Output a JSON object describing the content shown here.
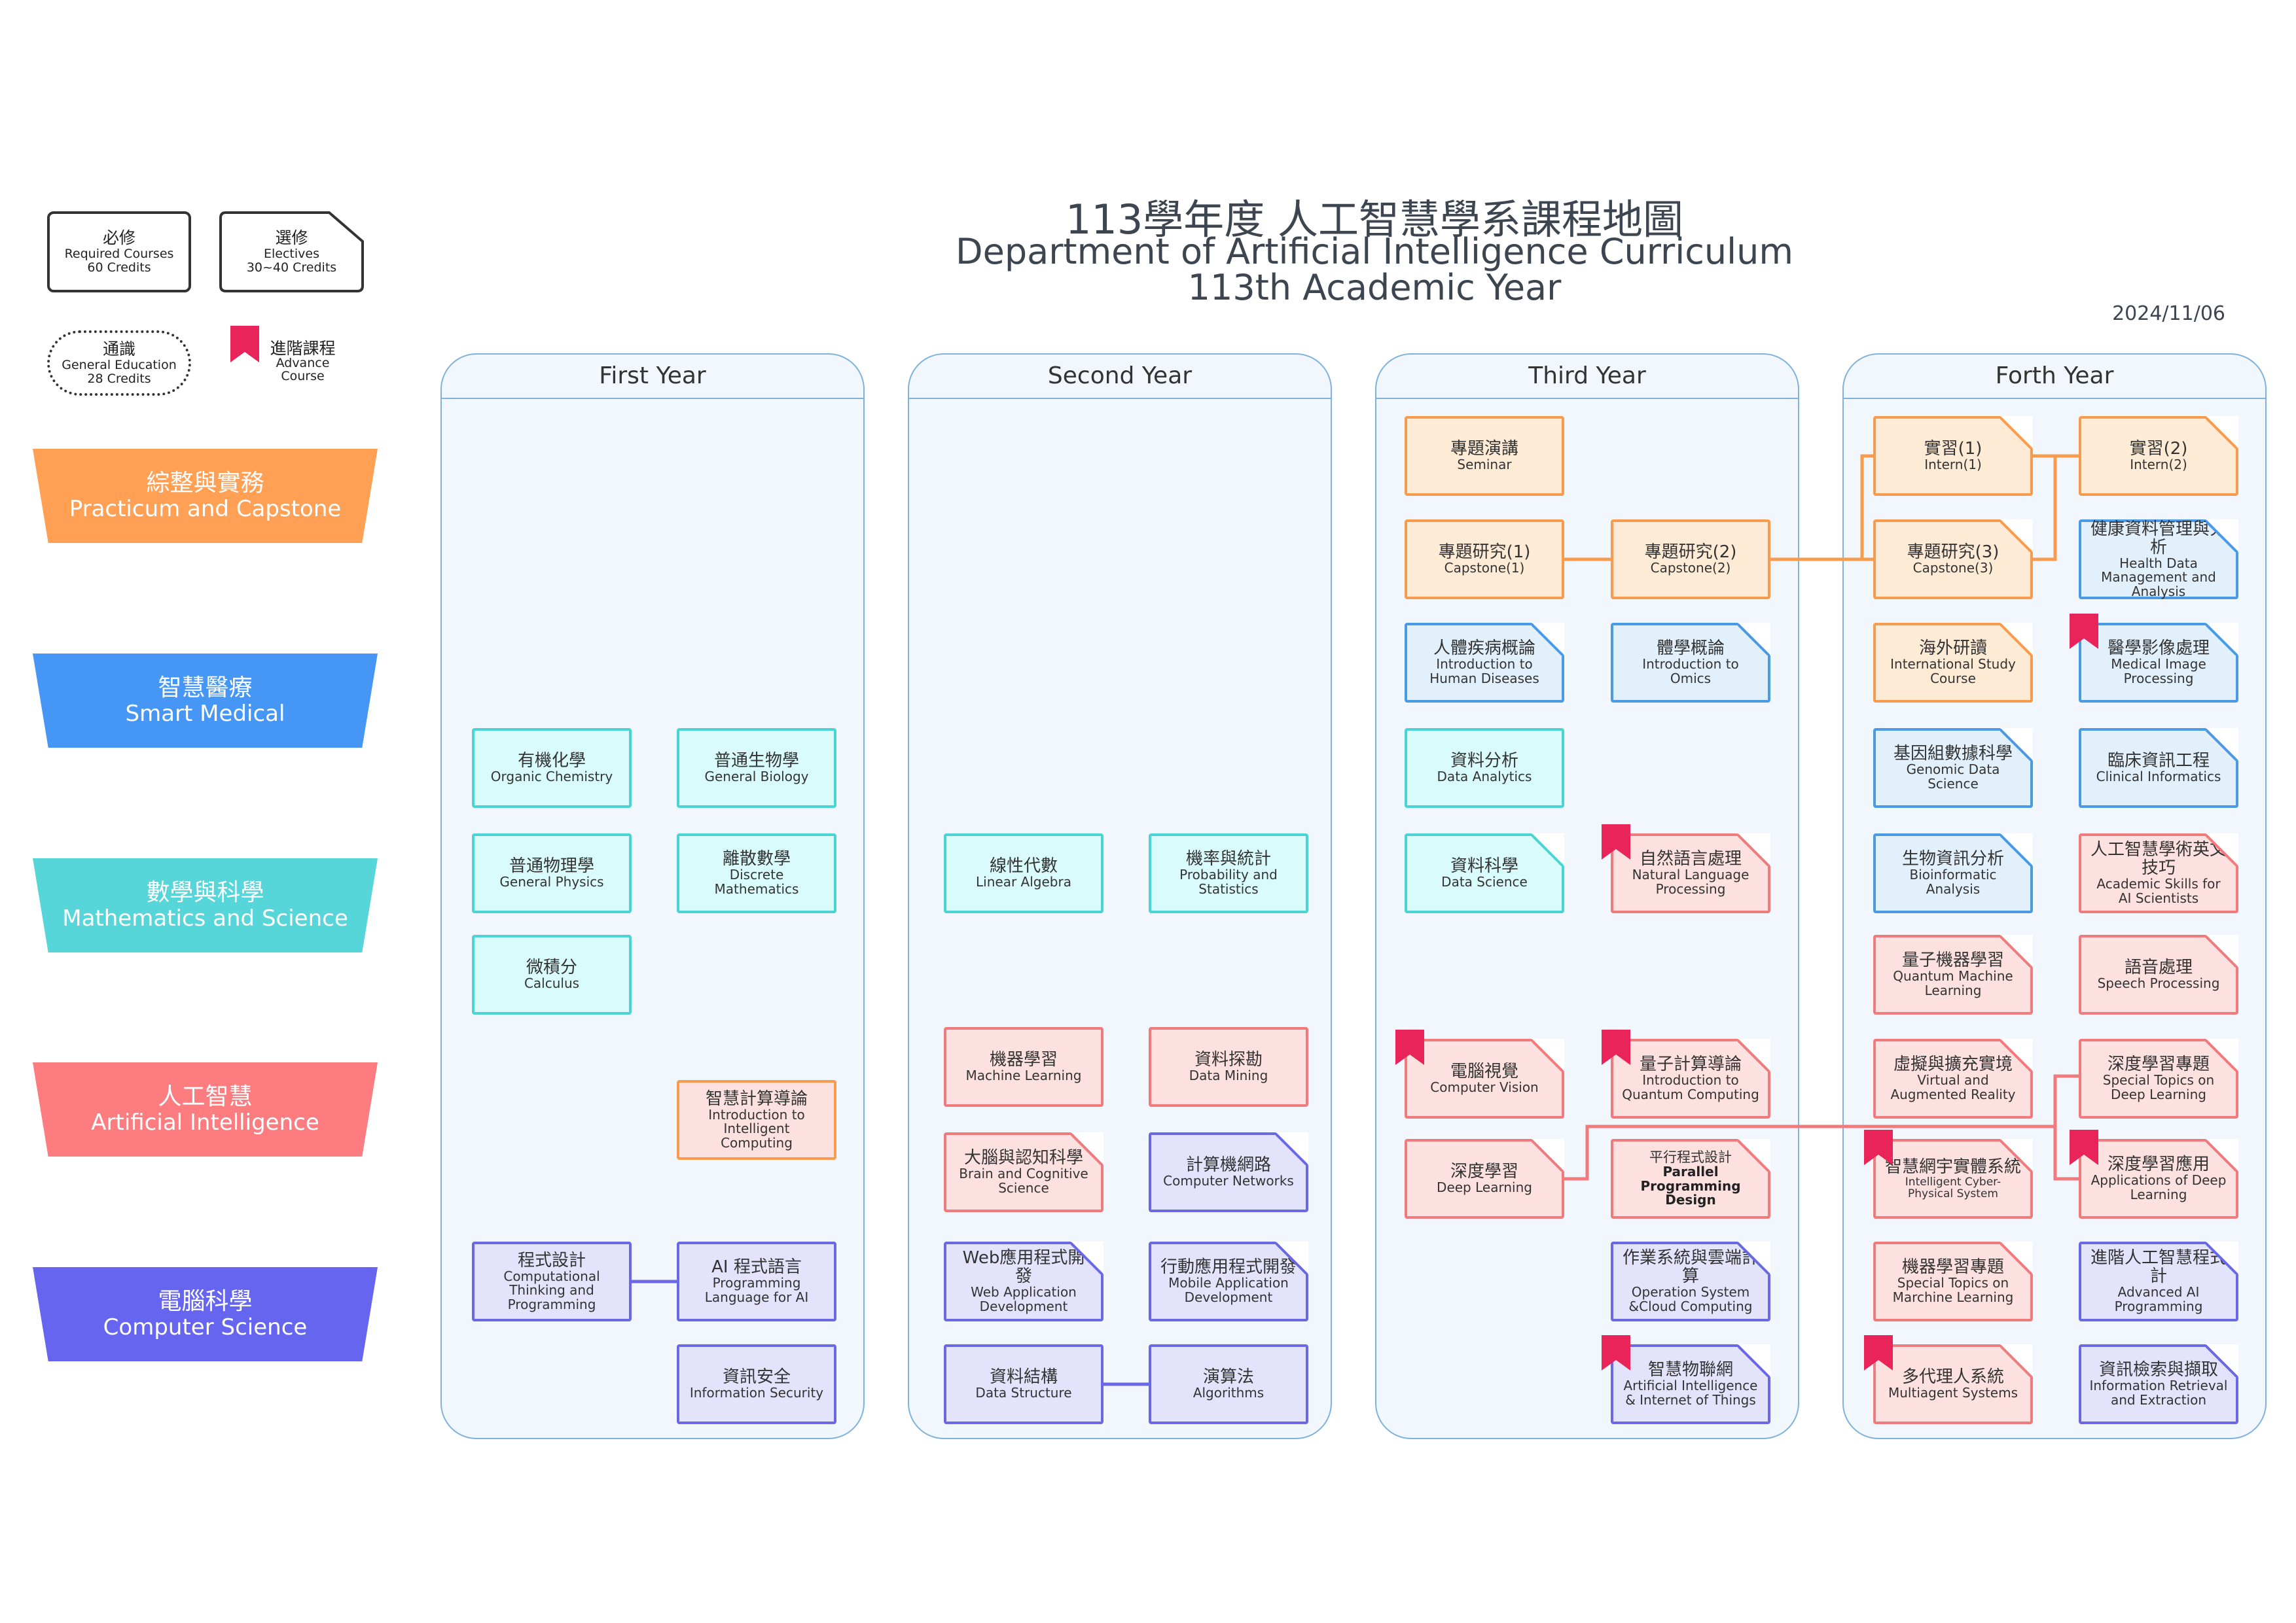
{
  "header": {
    "title_zh": "113學年度 人工智慧學系課程地圖",
    "title_en": "Department of Artificial Intelligence Curriculum",
    "subtitle_en": "113th Academic Year",
    "date": "2024/11/06"
  },
  "legend": {
    "required": {
      "zh": "必修",
      "en1": "Required Courses",
      "en2": "60 Credits"
    },
    "electives": {
      "zh": "選修",
      "en1": "Electives",
      "en2": "30~40 Credits"
    },
    "general": {
      "zh": "通識",
      "en1": "General Education",
      "en2": "28 Credits"
    },
    "advance": {
      "zh": "進階課程",
      "en1": "Advance",
      "en2": "Course"
    }
  },
  "categories": [
    {
      "zh": "綜整與實務",
      "en": "Practicum and Capstone",
      "color": "#FFA054"
    },
    {
      "zh": "智慧醫療",
      "en": "Smart Medical",
      "color": "#4596F5"
    },
    {
      "zh": "數學與科學",
      "en": "Mathematics and Science",
      "color": "#56D6D8"
    },
    {
      "zh": "人工智慧",
      "en": "Artificial Intelligence",
      "color": "#FC7C7F"
    },
    {
      "zh": "電腦科學",
      "en": "Computer Science",
      "color": "#6665EF"
    }
  ],
  "years": [
    "First Year",
    "Second Year",
    "Third Year",
    "Forth Year"
  ],
  "courses": {
    "organic_chem": {
      "zh": "有機化學",
      "en": "Organic Chemistry"
    },
    "gen_bio": {
      "zh": "普通生物學",
      "en": "General Biology"
    },
    "gen_phys": {
      "zh": "普通物理學",
      "en": "General Physics"
    },
    "discrete": {
      "zh": "離散數學",
      "en": "Discrete Mathematics"
    },
    "calculus": {
      "zh": "微積分",
      "en": "Calculus"
    },
    "intro_ic": {
      "zh": "智慧計算導論",
      "en": "Introduction to Intelligent Computing"
    },
    "comp_think": {
      "zh": "程式設計",
      "en": "Computational Thinking and Programming"
    },
    "ai_lang": {
      "zh": "AI 程式語言",
      "en": "Programming Language for AI"
    },
    "info_sec": {
      "zh": "資訊安全",
      "en": "Information Security"
    },
    "lin_alg": {
      "zh": "線性代數",
      "en": "Linear Algebra"
    },
    "prob_stat": {
      "zh": "機率與統計",
      "en": "Probability and Statistics"
    },
    "ml": {
      "zh": "機器學習",
      "en": "Machine Learning"
    },
    "data_mining": {
      "zh": "資料探勘",
      "en": "Data Mining"
    },
    "brain": {
      "zh": "大腦與認知科學",
      "en": "Brain and Cognitive Science"
    },
    "networks": {
      "zh": "計算機網路",
      "en": "Computer Networks"
    },
    "web_app": {
      "zh": "Web應用程式開發",
      "en": "Web Application Development"
    },
    "mobile_app": {
      "zh": "行動應用程式開發",
      "en": "Mobile Application Development"
    },
    "data_struct": {
      "zh": "資料結構",
      "en": "Data Structure"
    },
    "algorithms": {
      "zh": "演算法",
      "en": "Algorithms"
    },
    "seminar": {
      "zh": "專題演講",
      "en": "Seminar"
    },
    "capstone1": {
      "zh": "專題研究(1)",
      "en": "Capstone(1)"
    },
    "capstone2": {
      "zh": "專題研究(2)",
      "en": "Capstone(2)"
    },
    "human_dis": {
      "zh": "人體疾病概論",
      "en": "Introduction to Human Diseases"
    },
    "omics": {
      "zh": "體學概論",
      "en": "Introduction to Omics"
    },
    "data_analytics": {
      "zh": "資料分析",
      "en": "Data Analytics"
    },
    "data_science": {
      "zh": "資料科學",
      "en": "Data Science"
    },
    "nlp": {
      "zh": "自然語言處理",
      "en": "Natural Language Processing"
    },
    "cv": {
      "zh": "電腦視覺",
      "en": "Computer Vision"
    },
    "quantum_comp": {
      "zh": "量子計算導論",
      "en": "Introduction to Quantum Computing"
    },
    "deep_learning": {
      "zh": "深度學習",
      "en": "Deep Learning"
    },
    "parallel": {
      "zh": "平行程式設計",
      "en": "Parallel Programming Design"
    },
    "os_cloud": {
      "zh": "作業系統與雲端計算",
      "en": "Operation System &Cloud Computing"
    },
    "aiot": {
      "zh": "智慧物聯網",
      "en": "Artificial Intelligence & Internet of Things"
    },
    "intern1": {
      "zh": "實習(1)",
      "en": "Intern(1)"
    },
    "intern2": {
      "zh": "實習(2)",
      "en": "Intern(2)"
    },
    "capstone3": {
      "zh": "專題研究(3)",
      "en": "Capstone(3)"
    },
    "health_data": {
      "zh": "健康資料管理與分析",
      "en": "Health Data Management and Analysis"
    },
    "intl_study": {
      "zh": "海外研讀",
      "en": "International Study Course"
    },
    "med_image": {
      "zh": "醫學影像處理",
      "en": "Medical Image Processing"
    },
    "genomic": {
      "zh": "基因組數據科學",
      "en": "Genomic Data Science"
    },
    "clinical": {
      "zh": "臨床資訊工程",
      "en": "Clinical Informatics"
    },
    "bioinfo": {
      "zh": "生物資訊分析",
      "en": "Bioinformatic Analysis"
    },
    "academic_skills": {
      "zh": "人工智慧學術英文技巧",
      "en": "Academic Skills for AI Scientists"
    },
    "quantum_ml": {
      "zh": "量子機器學習",
      "en": "Quantum Machine Learning"
    },
    "speech": {
      "zh": "語音處理",
      "en": "Speech Processing"
    },
    "vr_ar": {
      "zh": "虛擬與擴充實境",
      "en": "Virtual and Augmented Reality"
    },
    "dl_topics": {
      "zh": "深度學習專題",
      "en": "Special Topics on Deep Learning"
    },
    "cps": {
      "zh": "智慧網宇實體系統",
      "en": "Intelligent Cyber-Physical System"
    },
    "dl_apps": {
      "zh": "深度學習應用",
      "en": "Applications of Deep Learning"
    },
    "ml_topics": {
      "zh": "機器學習專題",
      "en": "Special Topics on Marchine Learning"
    },
    "adv_ai_prog": {
      "zh": "進階人工智慧程式計",
      "en": "Advanced AI Programming"
    },
    "multi_agent": {
      "zh": "多代理人系統",
      "en": "Multiagent Systems"
    },
    "info_retrieval": {
      "zh": "資訊檢索與擷取",
      "en": "Information Retrieval and Extraction"
    }
  }
}
